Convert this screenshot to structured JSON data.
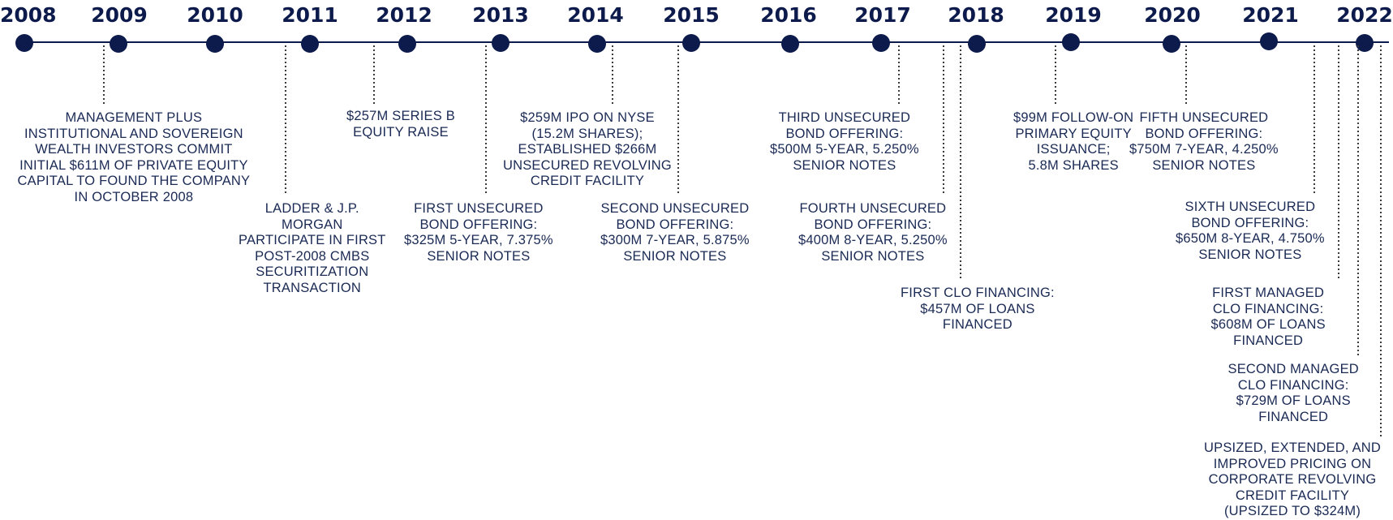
{
  "timeline": {
    "years": [
      "2008",
      "2009",
      "2010",
      "2011",
      "2012",
      "2013",
      "2014",
      "2015",
      "2016",
      "2017",
      "2018",
      "2019",
      "2020",
      "2021",
      "2022"
    ],
    "events": [
      {
        "lines": [
          "MANAGEMENT PLUS",
          "INSTITUTIONAL AND SOVEREIGN",
          "WEALTH INVESTORS COMMIT",
          "INITIAL $611M OF PRIVATE EQUITY",
          "CAPITAL TO FOUND THE COMPANY",
          "IN OCTOBER 2008"
        ]
      },
      {
        "lines": [
          "LADDER & J.P.",
          "MORGAN",
          "PARTICIPATE IN FIRST",
          "POST-2008 CMBS",
          "SECURITIZATION",
          "TRANSACTION"
        ]
      },
      {
        "lines": [
          "$257M SERIES B",
          "EQUITY RAISE"
        ]
      },
      {
        "lines": [
          "FIRST UNSECURED",
          "BOND OFFERING:",
          "$325M 5-YEAR, 7.375%",
          "SENIOR NOTES"
        ]
      },
      {
        "lines": [
          "$259M IPO ON NYSE",
          "(15.2M SHARES);",
          "ESTABLISHED $266M",
          "UNSECURED REVOLVING",
          "CREDIT FACILITY"
        ]
      },
      {
        "lines": [
          "SECOND UNSECURED",
          "BOND OFFERING:",
          "$300M 7-YEAR, 5.875%",
          "SENIOR NOTES"
        ]
      },
      {
        "lines": [
          "THIRD UNSECURED",
          "BOND OFFERING:",
          "$500M 5-YEAR, 5.250%",
          "SENIOR NOTES"
        ]
      },
      {
        "lines": [
          "FOURTH UNSECURED",
          "BOND OFFERING:",
          "$400M 8-YEAR, 5.250%",
          "SENIOR NOTES"
        ]
      },
      {
        "lines": [
          "FIRST CLO FINANCING:",
          "$457M OF LOANS",
          "FINANCED"
        ]
      },
      {
        "lines": [
          "$99M FOLLOW-ON",
          "PRIMARY EQUITY",
          "ISSUANCE;",
          "5.8M SHARES"
        ]
      },
      {
        "lines": [
          "FIFTH UNSECURED",
          "BOND OFFERING:",
          "$750M 7-YEAR, 4.250%",
          "SENIOR NOTES"
        ]
      },
      {
        "lines": [
          "SIXTH UNSECURED",
          "BOND OFFERING:",
          "$650M 8-YEAR, 4.750%",
          "SENIOR NOTES"
        ]
      },
      {
        "lines": [
          "FIRST MANAGED",
          "CLO FINANCING:",
          "$608M OF LOANS",
          "FINANCED"
        ]
      },
      {
        "lines": [
          "SECOND MANAGED",
          "CLO FINANCING:",
          "$729M OF LOANS",
          "FINANCED"
        ]
      },
      {
        "lines": [
          "UPSIZED, EXTENDED, AND",
          "IMPROVED PRICING ON",
          "CORPORATE REVOLVING",
          "CREDIT FACILITY",
          "(UPSIZED TO $324M)"
        ]
      }
    ]
  }
}
